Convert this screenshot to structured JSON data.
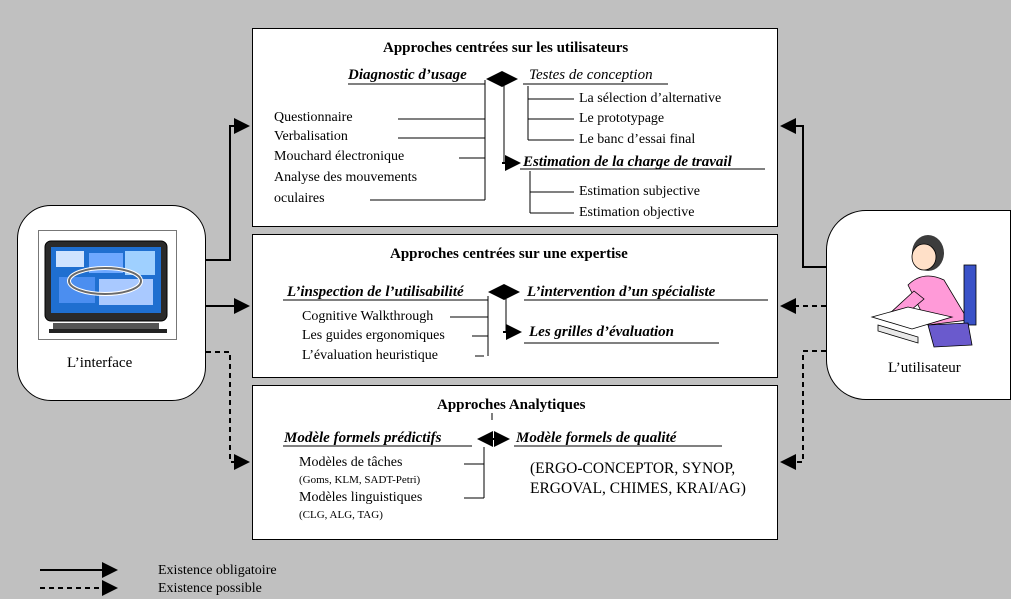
{
  "colors": {
    "background": "#c0c0c0",
    "box": "#ffffff",
    "line": "#000000",
    "screen": "#1f6fd0",
    "person_shirt": "#ff9ad8"
  },
  "left_node": {
    "label": "L’interface",
    "icon": "computer-monitor-icon"
  },
  "right_node": {
    "label": "L’utilisateur",
    "icon": "person-at-computer-icon"
  },
  "top_box": {
    "title": "Approches centrées sur les utilisateurs",
    "left_heading": "Diagnostic d’usage",
    "left_items": [
      "Questionnaire",
      "Verbalisation",
      "Mouchard électronique",
      "Analyse des mouvements",
      "oculaires"
    ],
    "right_heading_1": "Testes de conception",
    "right_items_1": [
      "La sélection d’alternative",
      "Le prototypage",
      "Le banc d’essai final"
    ],
    "right_heading_2": "Estimation de la charge de travail",
    "right_items_2": [
      "Estimation subjective",
      "Estimation objective"
    ]
  },
  "middle_box": {
    "title": "Approches centrées sur une expertise",
    "left_heading": "L’inspection de l’utilisabilité",
    "left_items": [
      "Cognitive Walkthrough",
      "Les guides ergonomiques",
      "L’évaluation heuristique"
    ],
    "right_heading_1": "L’intervention d’un spécialiste",
    "right_heading_2": "Les grilles d’évaluation"
  },
  "bottom_box": {
    "title": "Approches Analytiques",
    "left_heading": "Modèle formels prédictifs",
    "left_items": [
      "Modèles de tâches",
      "(Goms, KLM, SADT-Petri)",
      "Modèles linguistiques",
      "(CLG, ALG, TAG)"
    ],
    "right_heading": "Modèle formels de qualité",
    "right_text": [
      "(ERGO-CONCEPTOR, SYNOP,",
      "ERGOVAL, CHIMES, KRAI/AG)"
    ]
  },
  "legend": {
    "solid": "Existence obligatoire",
    "dashed": "Existence possible"
  }
}
